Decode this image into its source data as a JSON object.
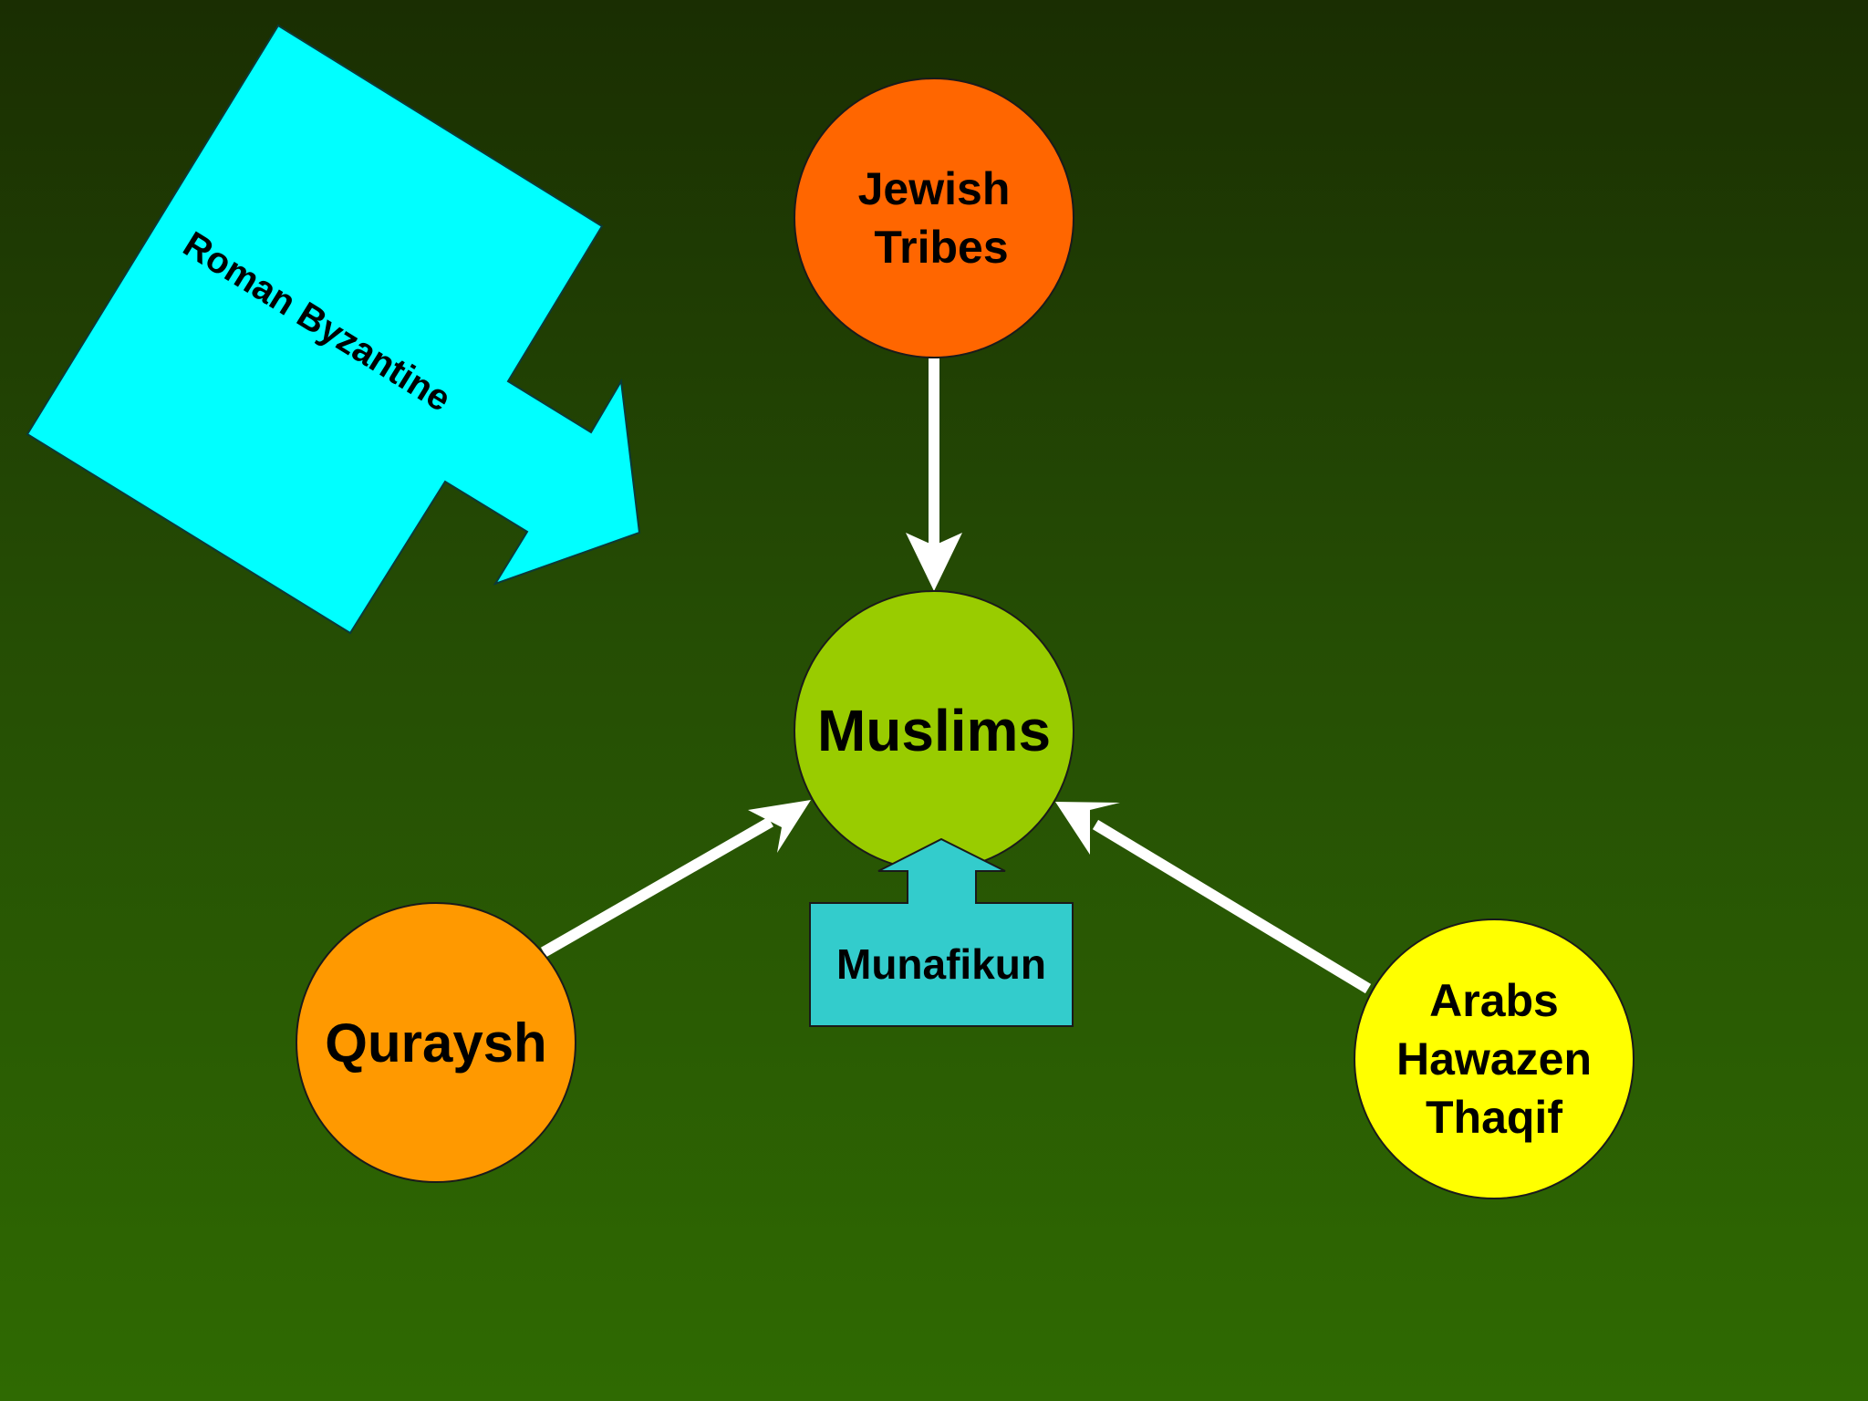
{
  "nodes": {
    "jewish_tribes": {
      "lines": [
        "Jewish",
        "Tribes"
      ],
      "color": "#ff6600"
    },
    "muslims": {
      "lines": [
        "Muslims"
      ],
      "color": "#99cc00"
    },
    "quraysh": {
      "lines": [
        "Quraysh"
      ],
      "color": "#ff9900"
    },
    "arabs": {
      "lines": [
        "Arabs",
        "Hawazen",
        "Thaqif"
      ],
      "color": "#ffff00"
    },
    "munafikun": {
      "lines": [
        "Munafikun"
      ],
      "color": "#33cccc"
    },
    "roman_byzantine": {
      "lines": [
        "Roman Byzantine"
      ],
      "color": "#00ffff"
    }
  },
  "arrow_color": "#ffffff",
  "background": {
    "top": "#1a2e02",
    "bottom": "#2f6a02"
  }
}
